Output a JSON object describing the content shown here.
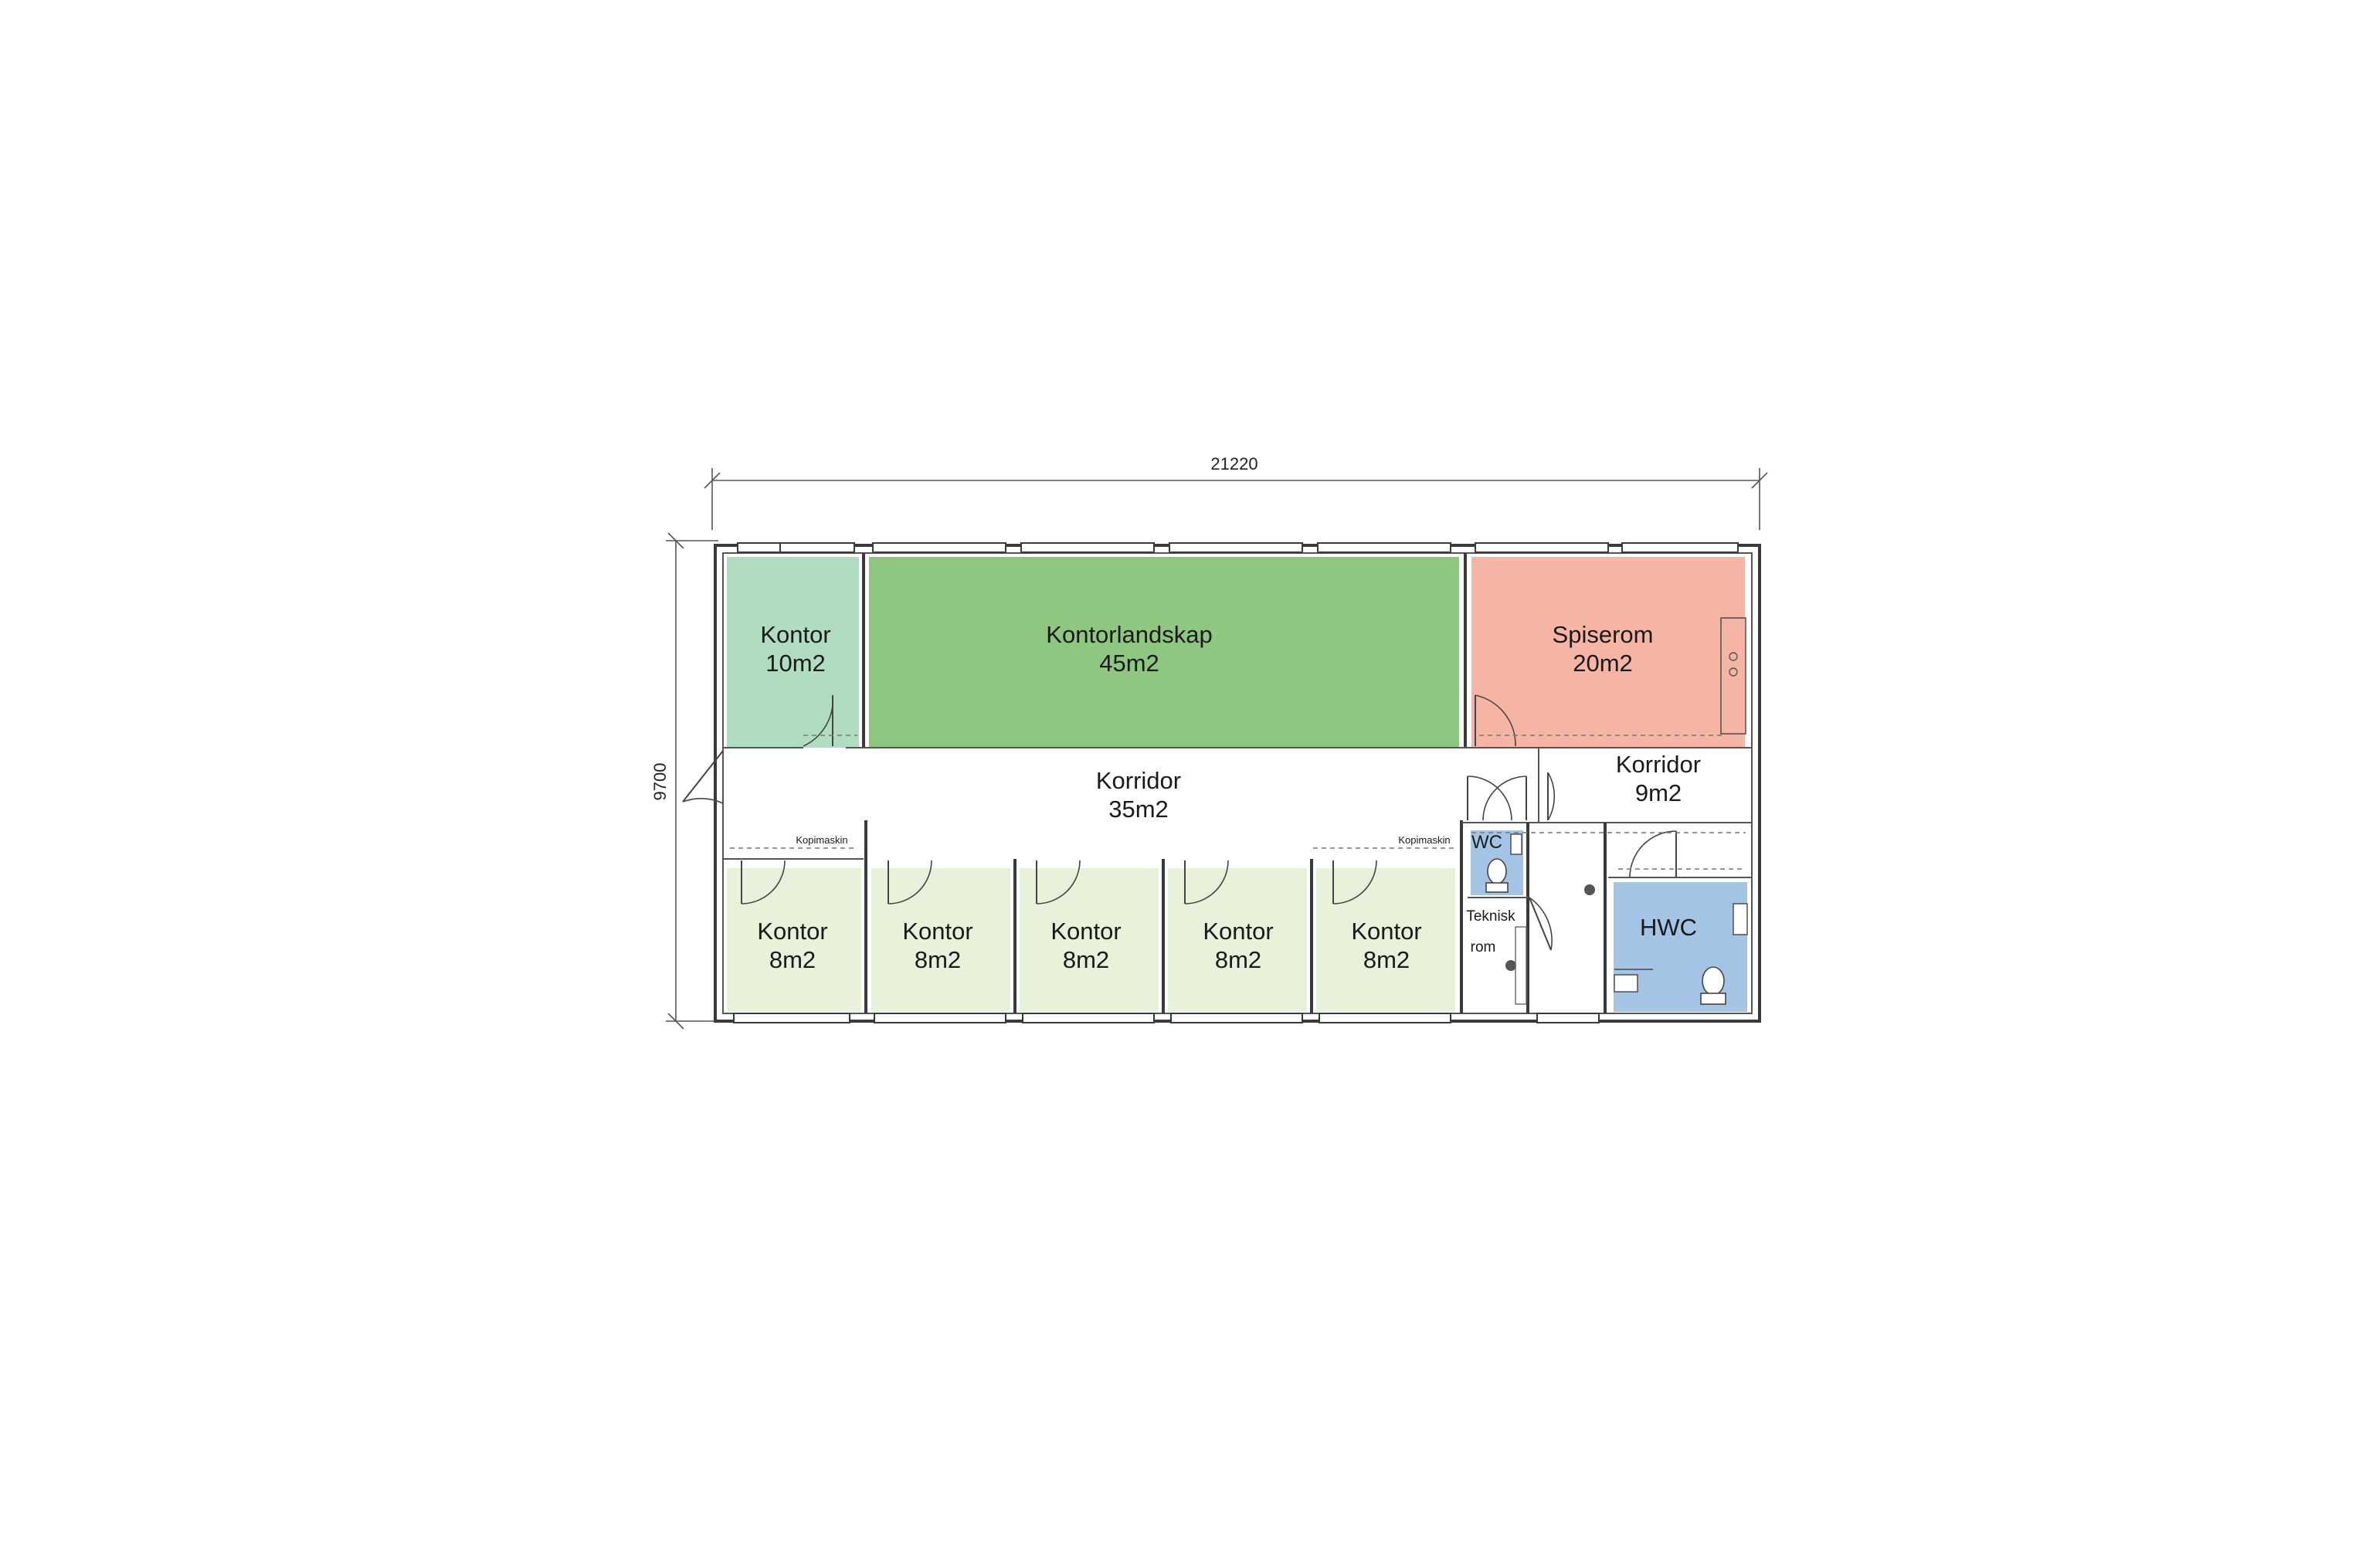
{
  "dimensions": {
    "width_label": "21220",
    "height_label": "9700"
  },
  "rooms": {
    "kontor_top": {
      "name": "Kontor",
      "area": "10m2",
      "color": "#b0dcc0"
    },
    "kontorlandskap": {
      "name": "Kontorlandskap",
      "area": "45m2",
      "color": "#8dc780"
    },
    "spiserom": {
      "name": "Spiserom",
      "area": "20m2",
      "color": "#f5b4a4"
    },
    "korridor_main": {
      "name": "Korridor",
      "area": "35m2",
      "color": "#ffffff"
    },
    "korridor_small": {
      "name": "Korridor",
      "area": "9m2",
      "color": "#ffffff"
    },
    "kontor_row": [
      {
        "name": "Kontor",
        "area": "8m2",
        "color": "#e8f2da"
      },
      {
        "name": "Kontor",
        "area": "8m2",
        "color": "#e8f2da"
      },
      {
        "name": "Kontor",
        "area": "8m2",
        "color": "#e8f2da"
      },
      {
        "name": "Kontor",
        "area": "8m2",
        "color": "#e8f2da"
      },
      {
        "name": "Kontor",
        "area": "8m2",
        "color": "#e8f2da"
      }
    ],
    "wc": {
      "name": "WC",
      "color": "#a4c4e6"
    },
    "hwc": {
      "name": "HWC",
      "color": "#a4c4e6"
    },
    "teknisk": {
      "name_line1": "Teknisk",
      "name_line2": "rom"
    }
  },
  "labels": {
    "kopimaskin_left": "Kopimaskin",
    "kopimaskin_right": "Kopimaskin"
  }
}
